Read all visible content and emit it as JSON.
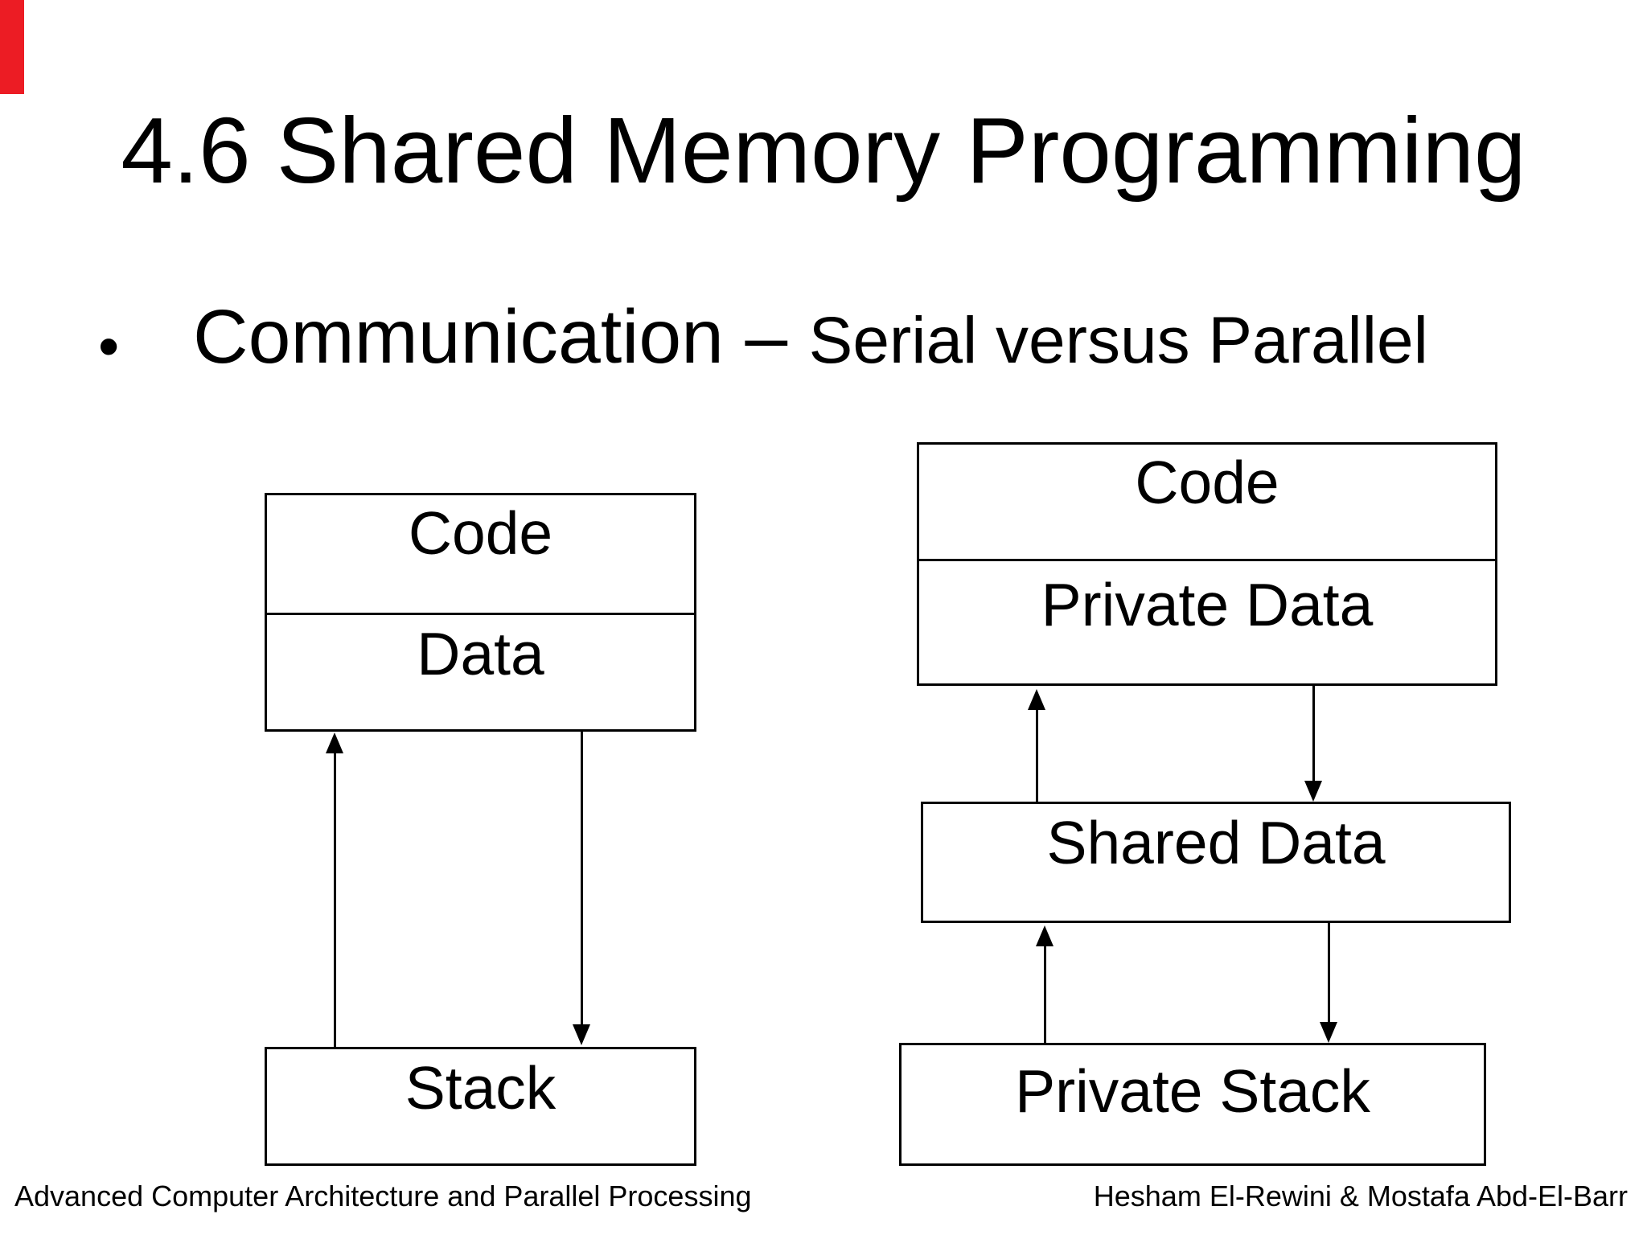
{
  "title": "4.6 Shared Memory Programming",
  "bullet": {
    "marker": "•",
    "primary": "Communication – ",
    "secondary": "Serial versus Parallel"
  },
  "serial": {
    "box_top_cells": [
      "Code",
      "Data"
    ],
    "box_bottom": "Stack"
  },
  "parallel": {
    "box_top_cells": [
      "Code",
      "Private Data"
    ],
    "box_middle": "Shared Data",
    "box_bottom": "Private Stack"
  },
  "footer": {
    "left": "Advanced Computer Architecture and Parallel Processing",
    "right": "Hesham El-Rewini & Mostafa Abd-El-Barr"
  },
  "colors": {
    "background": "#ffffff",
    "text": "#000000",
    "line": "#000000",
    "red_marker": "#ec1c24"
  }
}
